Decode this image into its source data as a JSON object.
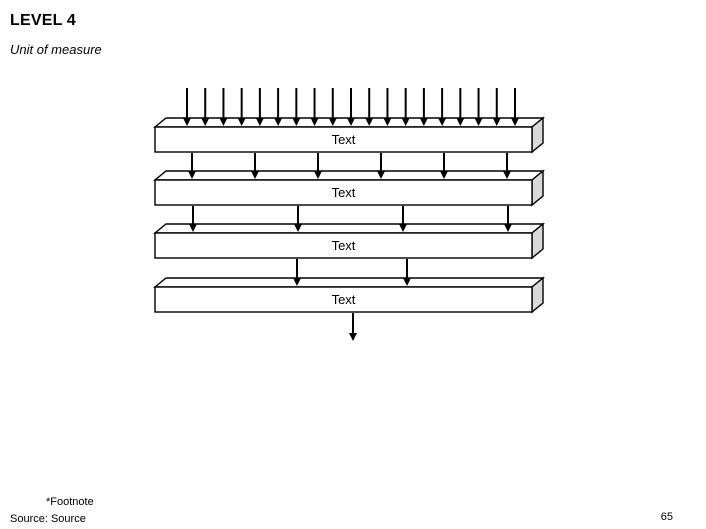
{
  "header": {
    "title": "LEVEL 4",
    "subtitle": "Unit of measure"
  },
  "diagram": {
    "type": "layered-process-bars",
    "description": "Four stacked 3D horizontal bars; downward arrows converge through each successive layer ending in a single arrow",
    "bars": [
      {
        "label": "Text",
        "arrows_in": 19
      },
      {
        "label": "Text",
        "arrows_in": 6
      },
      {
        "label": "Text",
        "arrows_in": 4
      },
      {
        "label": "Text",
        "arrows_in": 2
      }
    ],
    "arrows_out_of_last_bar": 1,
    "colors": {
      "outline": "#000000",
      "bar_face": "#ffffff",
      "bar_side": "#d9d9d9",
      "arrow": "#000000",
      "background": "#ffffff"
    }
  },
  "footer": {
    "footnote": "*Footnote",
    "source_label": "Source: Source",
    "page_number": "65"
  }
}
